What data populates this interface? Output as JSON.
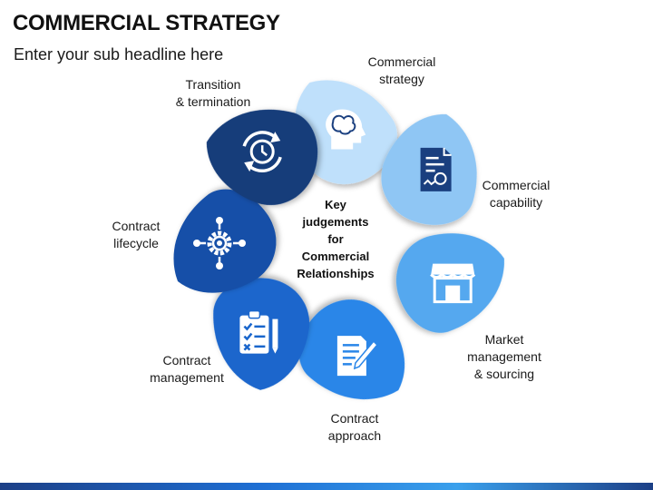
{
  "header": {
    "title": "COMMERCIAL STRATEGY",
    "subtitle": "Enter your sub headline here"
  },
  "center": {
    "lines": [
      "Key",
      "judgements",
      "for",
      "Commercial",
      "Relationships"
    ]
  },
  "segments": [
    {
      "lines": [
        "Commercial",
        "strategy"
      ],
      "icon": "head-brain-icon",
      "color": "#bfe0fb"
    },
    {
      "lines": [
        "Commercial",
        "capability"
      ],
      "icon": "certificate-document-icon",
      "color": "#8fc6f4"
    },
    {
      "lines": [
        "Market",
        "management",
        "& sourcing"
      ],
      "icon": "storefront-icon",
      "color": "#55a8ef"
    },
    {
      "lines": [
        "Contract",
        "approach"
      ],
      "icon": "contract-pen-icon",
      "color": "#2a86e8"
    },
    {
      "lines": [
        "Contract",
        "management"
      ],
      "icon": "checklist-clipboard-icon",
      "color": "#1a66cc"
    },
    {
      "lines": [
        "Contract",
        "lifecycle"
      ],
      "icon": "gear-nodes-icon",
      "color": "#1550a8"
    },
    {
      "lines": [
        "Transition",
        "& termination"
      ],
      "icon": "clock-cycle-icon",
      "color": "#173c7a"
    }
  ]
}
